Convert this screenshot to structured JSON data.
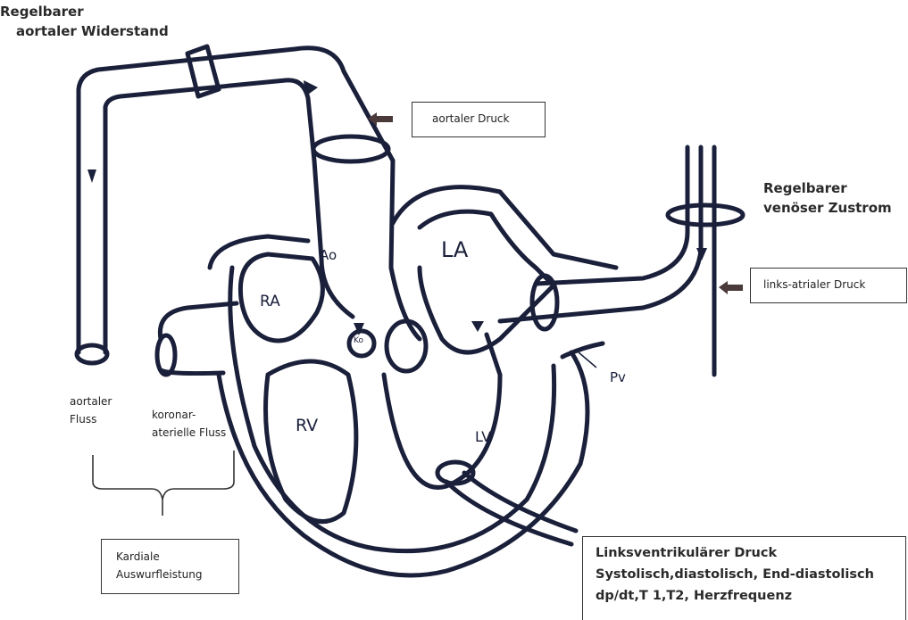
{
  "title_left": {
    "line1": "Regelbarer",
    "line2": "aortaler Widerstand"
  },
  "title_right": {
    "line1": "Regelbarer",
    "line2": "venöser Zustrom"
  },
  "boxes": {
    "aortic_pressure": "aortaler Druck",
    "la_pressure": "links-atrialer Druck",
    "cardiac_output": {
      "line1": "Kardiale",
      "line2": "Auswurfleistung"
    },
    "lv_pressure": {
      "line1": "Linksventrikulärer Druck",
      "line2": "Systolisch,diastolisch, End-diastolisch",
      "line3": "dp/dt,T 1,T2, Herzfrequenz"
    }
  },
  "flows": {
    "aortic": {
      "line1": "aortaler",
      "line2": "Fluss"
    },
    "coronary": {
      "line1": "koronar-",
      "line2": "aterielle Fluss"
    }
  },
  "chambers": {
    "ao": "Ao",
    "la": "LA",
    "ra": "RA",
    "rv": "RV",
    "lv": "LV",
    "ko": "Ko",
    "pv": "Pv"
  },
  "colors": {
    "ink": "#1a1f3a",
    "arrow": "#4a3a3a"
  }
}
